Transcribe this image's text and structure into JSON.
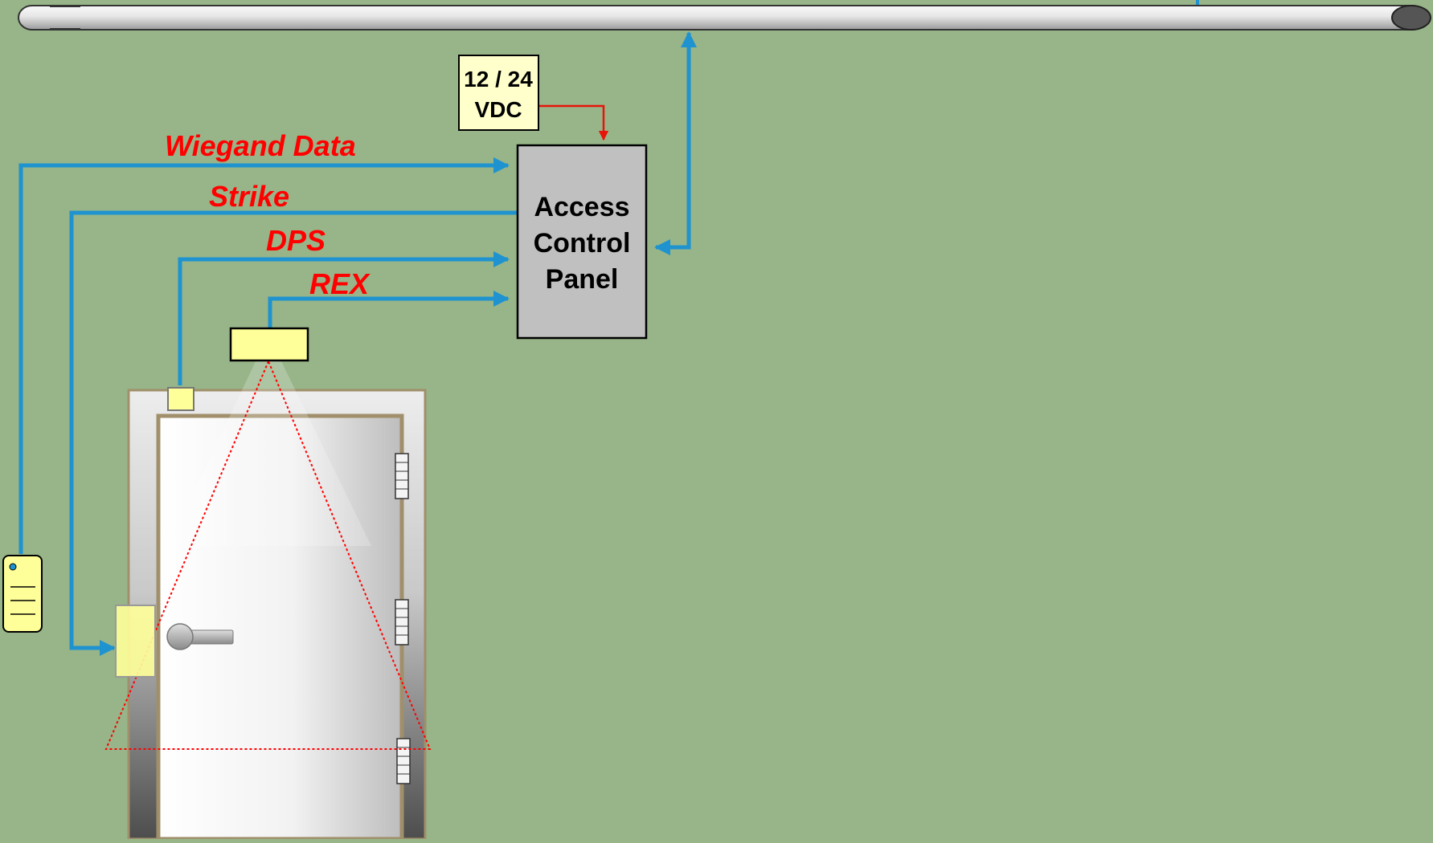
{
  "power_supply": {
    "line1": "12 / 24",
    "line2": "VDC"
  },
  "panel": {
    "line1": "Access",
    "line2": "Control",
    "line3": "Panel"
  },
  "signals": {
    "wiegand": "Wiegand Data",
    "strike": "Strike",
    "dps": "DPS",
    "rex": "REX"
  },
  "colors": {
    "background": "#97b588",
    "wire": "#1f93cf",
    "label": "#ff0000",
    "power_wire": "#e8140c",
    "device_fill": "#ffff99",
    "panel_fill": "#c0c0c0"
  }
}
